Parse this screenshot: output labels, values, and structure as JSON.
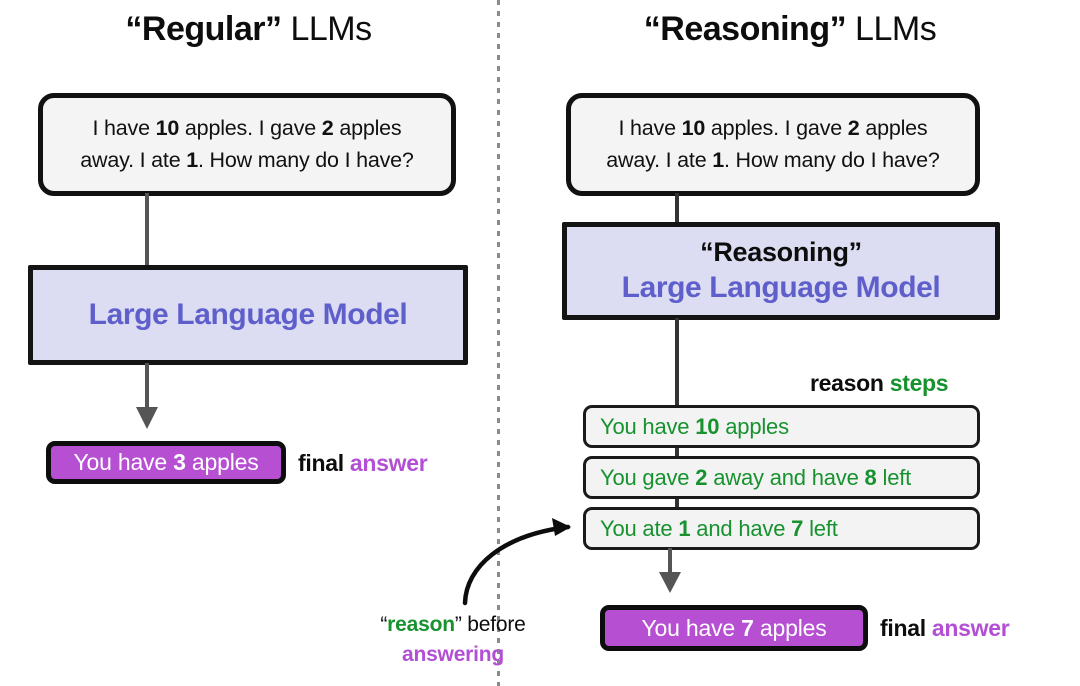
{
  "columns": {
    "left": {
      "title_quoted": "“Regular”",
      "title_rest": " LLMs",
      "prompt": {
        "line1_a": "I have ",
        "line1_b": "10",
        "line1_c": " apples. I gave ",
        "line1_d": "2",
        "line1_e": " apples",
        "line2_a": "away. I ate ",
        "line2_b": "1",
        "line2_c": ". How many do I have?"
      },
      "llm_label": "Large Language Model",
      "answer": {
        "prefix": "You have ",
        "number": "3",
        "suffix": " apples"
      },
      "answer_label_black": "final ",
      "answer_label_purple": "answer"
    },
    "right": {
      "title_quoted": "“Reasoning”",
      "title_rest": " LLMs",
      "prompt": {
        "line1_a": "I have ",
        "line1_b": "10",
        "line1_c": " apples. I gave ",
        "line1_d": "2",
        "line1_e": " apples",
        "line2_a": "away. I ate ",
        "line2_b": "1",
        "line2_c": ". How many do I have?"
      },
      "llm_quoted": "“Reasoning”",
      "llm_label": "Large Language Model",
      "steps_label_black": "reason ",
      "steps_label_green": "steps",
      "steps": [
        {
          "a": "You have ",
          "b": "10",
          "c": " apples"
        },
        {
          "a": "You gave ",
          "b": "2",
          "c": " away and have ",
          "d": "8",
          "e": " left"
        },
        {
          "a": "You ate ",
          "b": "1",
          "c": " and have ",
          "d": "7",
          "e": " left"
        }
      ],
      "answer": {
        "prefix": "You have ",
        "number": "7",
        "suffix": " apples"
      },
      "answer_label_black": "final ",
      "answer_label_purple": "answer"
    }
  },
  "annotation": {
    "line1_quote_open": "“",
    "line1_green": "reason",
    "line1_quote_close": "”",
    "line1_rest": " before",
    "line2_purple": "answering"
  },
  "colors": {
    "llm_fill": "#dcdcf2",
    "llm_text": "#5f5fcc",
    "answer_fill": "#b64fd2",
    "accent_purple": "#b24fd4",
    "accent_green": "#17922f",
    "box_border": "#111111",
    "prompt_fill": "#f4f4f4",
    "step_fill": "#f3f3f3",
    "arrow_gray": "#555555",
    "divider_gray": "#8a8a8a"
  }
}
